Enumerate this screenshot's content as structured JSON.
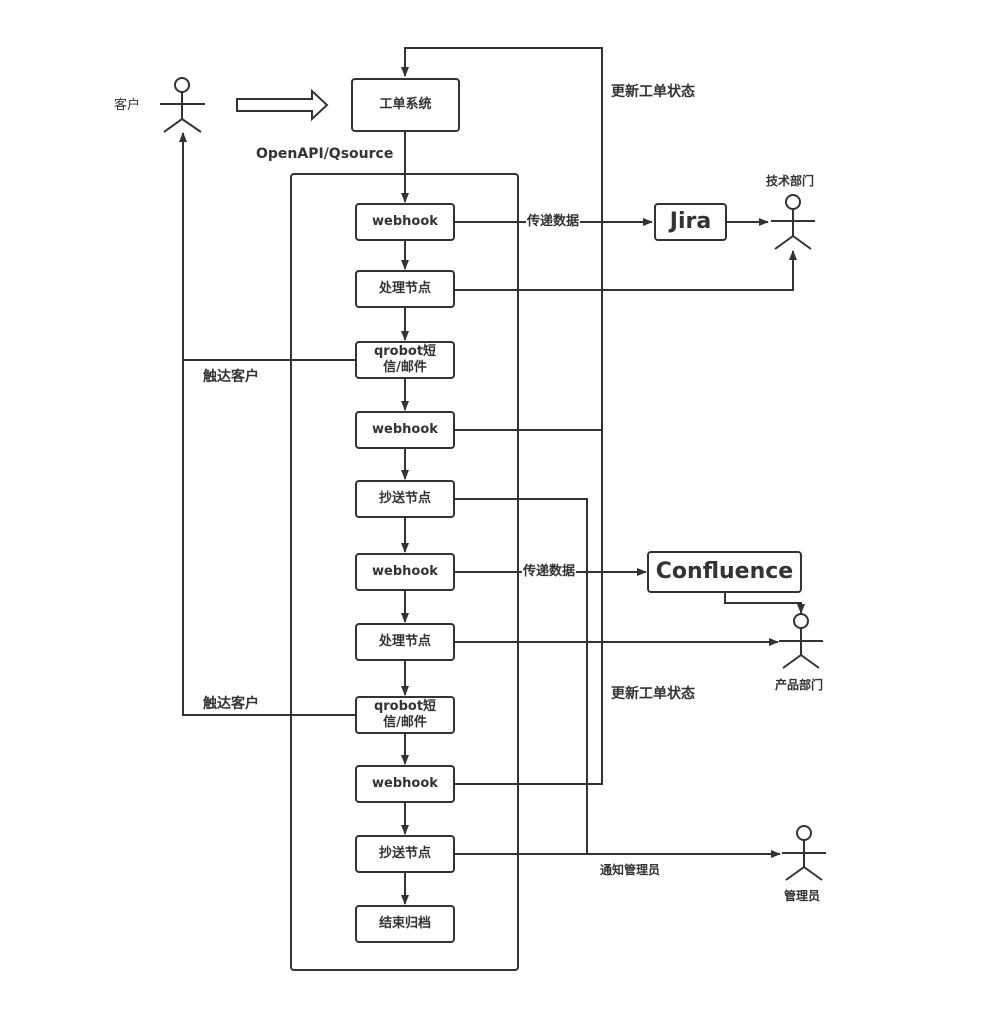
{
  "actors": {
    "customer": "客户",
    "tech_dept": "技术部门",
    "product_dept": "产品部门",
    "admin": "管理员"
  },
  "top": {
    "ticket_system": "工单系统",
    "api_label": "OpenAPI/Qsource"
  },
  "nodes": [
    "webhook",
    "处理节点",
    "qrobot短信/邮件",
    "webhook",
    "抄送节点",
    "webhook",
    "处理节点",
    "qrobot短信/邮件",
    "webhook",
    "抄送节点",
    "结束归档"
  ],
  "external": {
    "jira": "Jira",
    "confluence": "Confluence"
  },
  "edge_labels": {
    "update_status_1": "更新工单状态",
    "update_status_2": "更新工单状态",
    "pass_data_1": "传递数据",
    "pass_data_2": "传递数据",
    "reach_customer_1": "触达客户",
    "reach_customer_2": "触达客户",
    "notify_admin": "通知管理员"
  }
}
